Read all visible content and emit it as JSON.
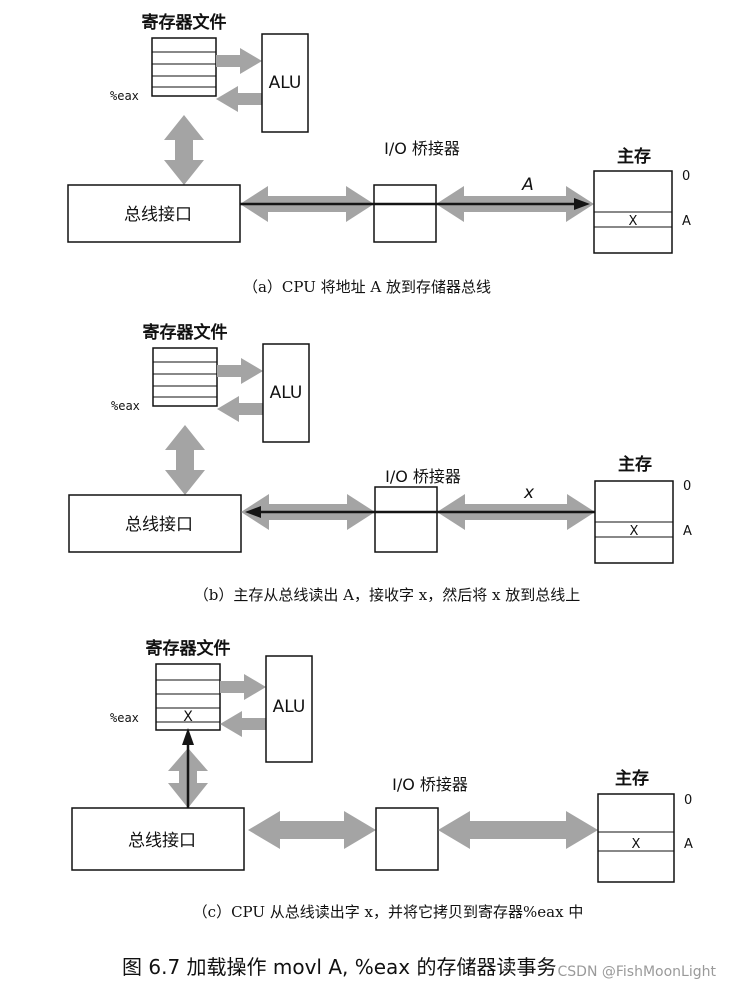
{
  "panels": [
    {
      "regfile_label": "寄存器文件",
      "eax_label": "%eax",
      "eax_value": "",
      "alu_label": "ALU",
      "bus_interface_label": "总线接口",
      "io_bridge_label": "I/O 桥接器",
      "main_memory_label": "主存",
      "mem_addr_0": "0",
      "mem_addr_a": "A",
      "mem_cell_value": "X",
      "bus_label": "A",
      "caption": "（a）CPU 将地址 A 放到存储器总线"
    },
    {
      "regfile_label": "寄存器文件",
      "eax_label": "%eax",
      "eax_value": "",
      "alu_label": "ALU",
      "bus_interface_label": "总线接口",
      "io_bridge_label": "I/O 桥接器",
      "main_memory_label": "主存",
      "mem_addr_0": "0",
      "mem_addr_a": "A",
      "mem_cell_value": "X",
      "bus_label": "x",
      "caption": "（b）主存从总线读出 A，接收字 x，然后将 x 放到总线上"
    },
    {
      "regfile_label": "寄存器文件",
      "eax_label": "%eax",
      "eax_value": "X",
      "alu_label": "ALU",
      "bus_interface_label": "总线接口",
      "io_bridge_label": "I/O 桥接器",
      "main_memory_label": "主存",
      "mem_addr_0": "0",
      "mem_addr_a": "A",
      "mem_cell_value": "X",
      "bus_label": "",
      "caption": "（c）CPU 从总线读出字 x，并将它拷贝到寄存器%eax 中"
    }
  ],
  "figure_caption": "图 6.7   加载操作 movl A, %eax 的存储器读事务",
  "watermark": "CSDN @FishMoonLight",
  "colors": {
    "gray_arrow": "#a4a4a4",
    "dark_line": "#151515"
  }
}
